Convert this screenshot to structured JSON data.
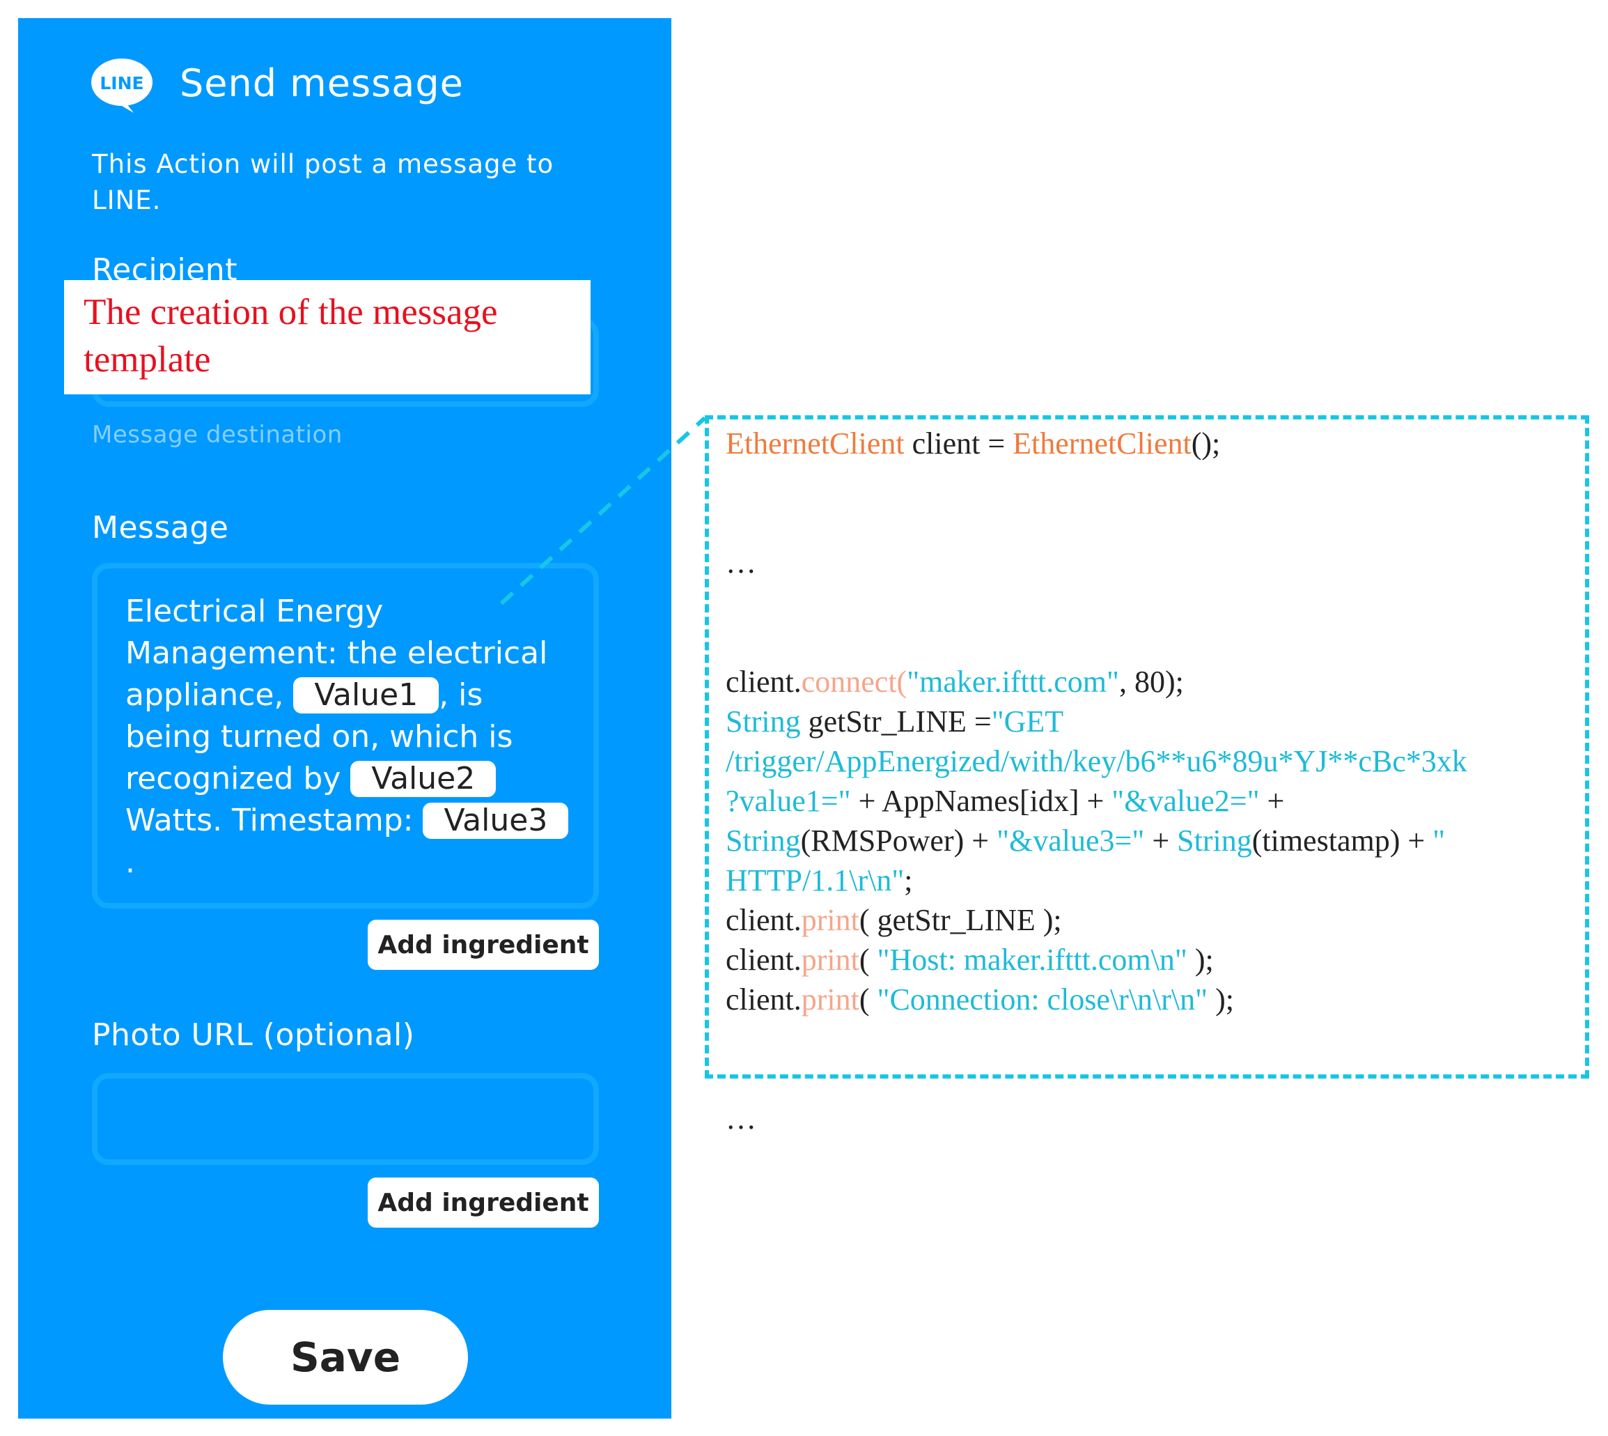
{
  "panel": {
    "title": "Send message",
    "logo_text": "LINE",
    "description": "This Action will post a message to LINE.",
    "recipient_label": "Recipient",
    "recipient_hint": "Message destination",
    "message_label": "Message",
    "message": {
      "part1": "Electrical Energy Management: the electrical appliance, ",
      "value1": "Value1",
      "part2": ", is being turned on, which is recognized by ",
      "value2": "Value2",
      "part3": " Watts. Timestamp: ",
      "value3": "Value3",
      "part4": "."
    },
    "add_ingredient_label": "Add ingredient",
    "photo_label": "Photo URL (optional)",
    "save_label": "Save",
    "accent_color": "#0099ff"
  },
  "annotation": {
    "text": "The creation of the message template",
    "color": "#e8101e"
  },
  "code": {
    "l1_type": "EthernetClient",
    "l1_mid": " client = ",
    "l1_call": "EthernetClient",
    "l1_end": "();",
    "ellipsis": "…",
    "l3_obj": "client.",
    "l3_fn": "connect",
    "l3_open": "(",
    "l3_str": "\"maker.ifttt.com\"",
    "l3_end": ", 80);",
    "l4_type": "String",
    "l4_mid": " getStr_LINE =",
    "l4_str": "\"GET",
    "l5_str": "/trigger/AppEnergized/with/key/b6**u6*89u*YJ**cBc*3xk",
    "l6_str1": "?value1=\"",
    "l6_mid": " + AppNames[idx] + ",
    "l6_str2": "\"&value2=\"",
    "l6_end": " +",
    "l7_fn1": "String",
    "l7_mid1": "(RMSPower) + ",
    "l7_str": "\"&value3=\"",
    "l7_mid2": " + ",
    "l7_fn2": "String",
    "l7_mid3": "(timestamp) + ",
    "l7_str2": "\"",
    "l8_str": "HTTP/1.1\\r\\n\"",
    "l8_end": ";",
    "l9_obj": "client.",
    "l9_fn": "print",
    "l9_end": "( getStr_LINE );",
    "l10_obj": "client.",
    "l10_fn": "print",
    "l10_open": "( ",
    "l10_str": "\"Host: maker.ifttt.com\\n\"",
    "l10_end": " );",
    "l11_obj": "client.",
    "l11_fn": "print",
    "l11_open": "( ",
    "l11_str": "\"Connection: close\\r\\n\\r\\n\"",
    "l11_end": " );",
    "dash_color": "#17c6e6"
  }
}
